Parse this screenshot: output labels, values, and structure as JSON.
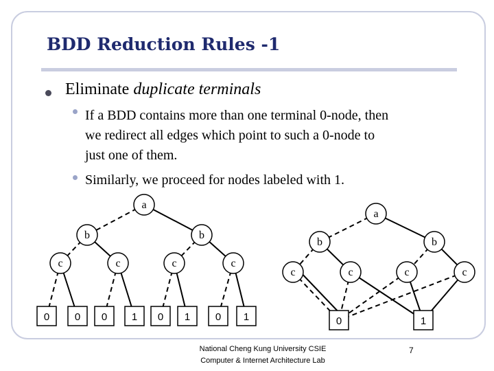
{
  "title": "BDD Reduction Rules -1",
  "bullet": {
    "lead": "Eliminate ",
    "emph": "duplicate terminals"
  },
  "subbullets": [
    {
      "line1": "If a BDD contains more than one terminal 0-node, then",
      "line2": "we redirect all edges which point to such a 0-node to",
      "line3": "just one of them."
    },
    {
      "line1": "Similarly, we proceed for nodes labeled with 1."
    }
  ],
  "left_bdd": {
    "root": "a",
    "level2": [
      "b",
      "b"
    ],
    "level3": [
      "c",
      "c",
      "c",
      "c"
    ],
    "terminals": [
      "0",
      "0",
      "0",
      "1",
      "0",
      "1",
      "0",
      "1"
    ]
  },
  "right_bdd": {
    "root": "a",
    "level2": [
      "b",
      "b"
    ],
    "level3": [
      "c",
      "c",
      "c",
      "c"
    ],
    "terminals": [
      "0",
      "1"
    ]
  },
  "footer": {
    "line1": "National Cheng Kung University CSIE",
    "line2": "Computer & Internet Architecture Lab"
  },
  "page_number": "7"
}
